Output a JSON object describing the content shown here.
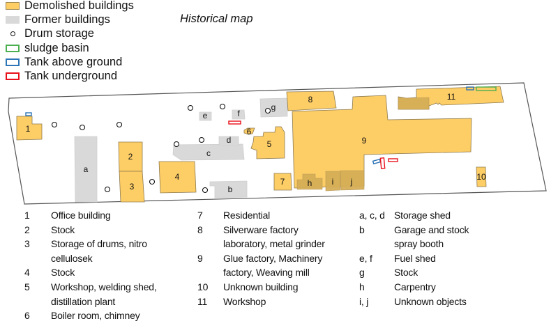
{
  "title": "Historical map",
  "colors": {
    "demolished": "#FDCD66",
    "demolished_dark": "#D6AE57",
    "former": "#D9D9D9",
    "sludge": "#4CAF50",
    "tank_above": "#2E75B6",
    "tank_under": "#E8101A"
  },
  "legend": [
    {
      "label": "Demolished buildings",
      "icon": "orange-filled-rect"
    },
    {
      "label": "Former buildings",
      "icon": "grey-filled-rect"
    },
    {
      "label": "Drum storage",
      "icon": "small-circle"
    },
    {
      "label": "sludge basin",
      "icon": "green-outline-rect"
    },
    {
      "label": "Tank above ground",
      "icon": "blue-outline-rect"
    },
    {
      "label": "Tank underground",
      "icon": "red-outline-rect"
    }
  ],
  "map_labels": {
    "b1": "1",
    "b2": "2",
    "b3": "3",
    "b4": "4",
    "b5": "5",
    "b6": "6",
    "b7": "7",
    "b8": "8",
    "b9": "9",
    "b10": "10",
    "b11": "11",
    "a": "a",
    "b": "b",
    "c": "c",
    "d": "d",
    "e": "e",
    "f": "f",
    "g": "g",
    "h": "h",
    "i": "i",
    "j": "j"
  },
  "key": [
    [
      {
        "id": "1",
        "text": [
          "Office building"
        ]
      },
      {
        "id": "2",
        "text": [
          "Stock"
        ]
      },
      {
        "id": "3",
        "text": [
          "Storage of drums, nitro",
          "cellulosek"
        ]
      },
      {
        "id": "4",
        "text": [
          "Stock"
        ]
      },
      {
        "id": "5",
        "text": [
          "Workshop, welding shed,",
          "distillation plant"
        ]
      },
      {
        "id": "6",
        "text": [
          "Boiler room, chimney"
        ]
      }
    ],
    [
      {
        "id": "7",
        "text": [
          "Residential"
        ]
      },
      {
        "id": "8",
        "text": [
          "Silverware factory",
          "laboratory, metal grinder"
        ]
      },
      {
        "id": "9",
        "text": [
          "Glue factory, Machinery",
          "factory, Weaving mill"
        ]
      },
      {
        "id": "10",
        "text": [
          "Unknown building"
        ]
      },
      {
        "id": "11",
        "text": [
          "Workshop"
        ]
      }
    ],
    [
      {
        "id": "a, c, d",
        "text": [
          "Storage shed"
        ]
      },
      {
        "id": "b",
        "text": [
          "Garage and stock",
          "spray booth"
        ]
      },
      {
        "id": "e, f",
        "text": [
          "Fuel shed"
        ]
      },
      {
        "id": "g",
        "text": [
          "Stock"
        ]
      },
      {
        "id": "h",
        "text": [
          "Carpentry"
        ]
      },
      {
        "id": "i, j",
        "text": [
          "Unknown objects"
        ]
      }
    ]
  ]
}
